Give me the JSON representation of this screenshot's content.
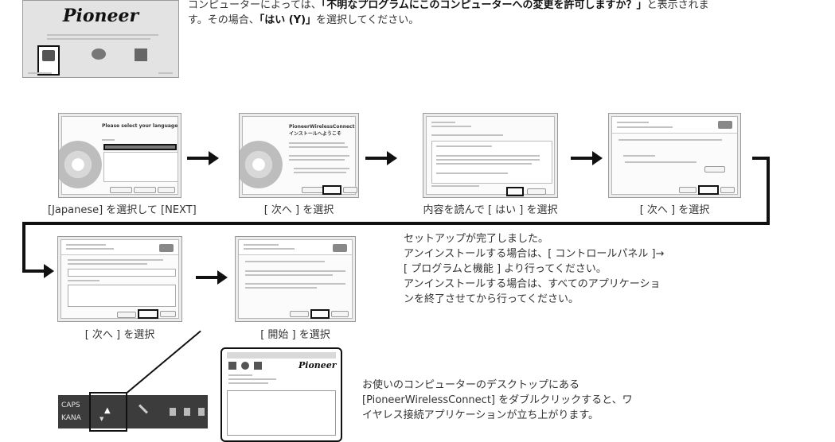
{
  "intro": {
    "installer_logo": "Pioneer",
    "line1_pre": "コンピューターによっては、",
    "line1_bold": "「不明なプログラムにこのコンピューターへの変更を許可しますか？」",
    "line1_post": "と表示されま",
    "line2_pre": "す。その場合、",
    "line2_bold": "「はい (Y)」",
    "line2_post": "を選択してください。"
  },
  "steps": [
    {
      "caption": "[Japanese] を選択して [NEXT]",
      "screen_title": "Please select your language"
    },
    {
      "caption": "[ 次へ ] を選択",
      "screen_title": "PioneerWirelessConnect インストールへようこそ"
    },
    {
      "caption": "内容を読んで [ はい ] を選択",
      "screen_title": ""
    },
    {
      "caption": "[ 次へ ] を選択",
      "screen_title": ""
    },
    {
      "caption": "[ 次へ ] を選択",
      "screen_title": ""
    },
    {
      "caption": "[ 開始 ] を選択",
      "screen_title": ""
    }
  ],
  "setup_done": {
    "lines": [
      "セットアップが完了しました。",
      "アンインストールする場合は、[ コントロールパネル ]→",
      "[ プログラムと機能 ] より行ってください。",
      "アンインストールする場合は、すべてのアプリケーショ",
      "ンを終了させてから行ってください。"
    ]
  },
  "desktop": {
    "taskbar_caps": "CAPS",
    "taskbar_kana": "KANA",
    "app_logo": "Pioneer",
    "lines": [
      "お使いのコンピューターのデスクトップにある",
      "[PioneerWirelessConnect] をダブルクリックすると、ワ",
      "イヤレス接続アプリケーションが立ち上がります。"
    ]
  }
}
